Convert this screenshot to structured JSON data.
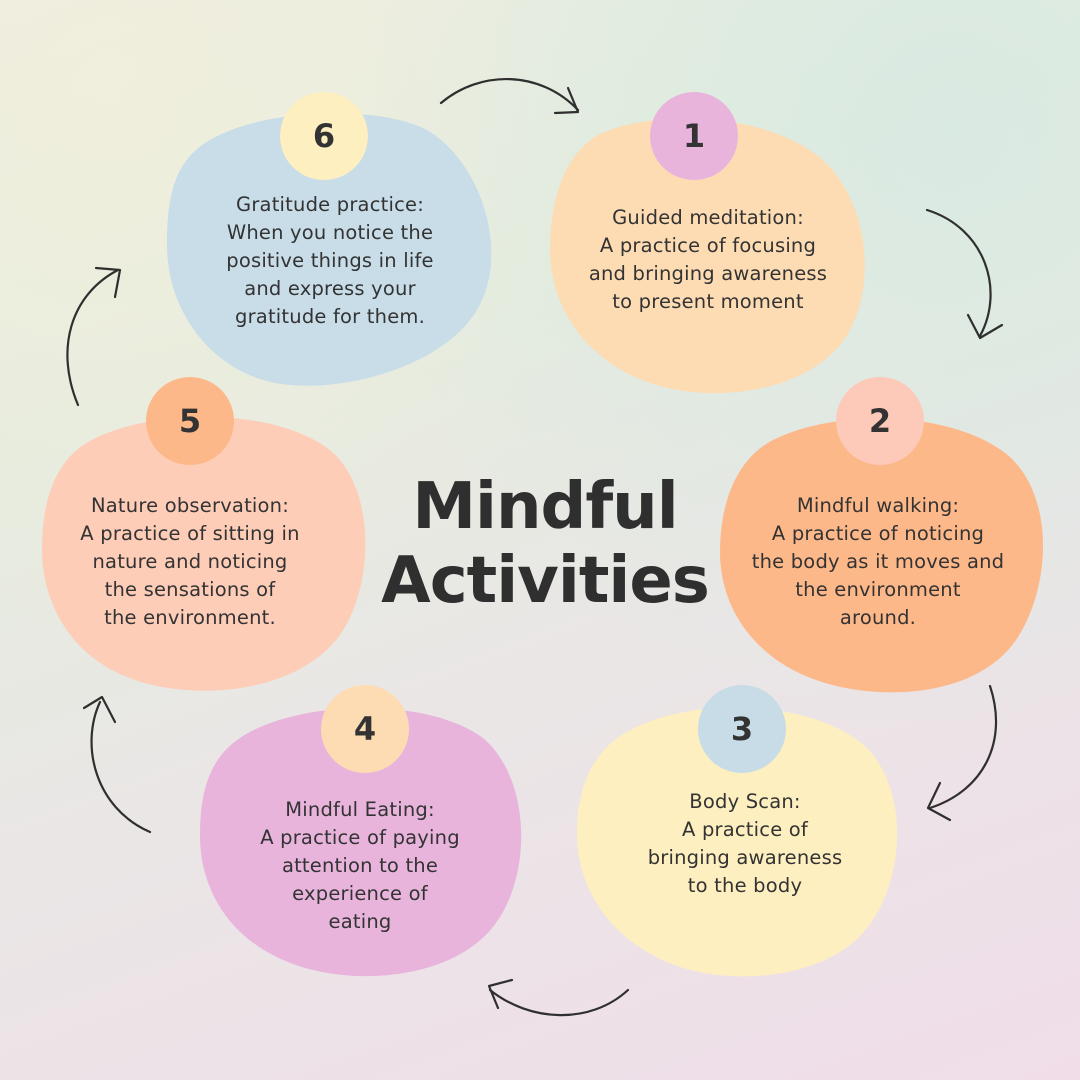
{
  "title": {
    "line1": "Mindful",
    "line2": "Activities"
  },
  "colors": {
    "text": "#333333",
    "arrow": "#2f2f2f"
  },
  "steps": [
    {
      "number": "1",
      "lines": [
        "Guided meditation:",
        "A practice of focusing",
        "and bringing awareness",
        "to present moment"
      ],
      "blob_color": "#fddcb4",
      "badge_color": "#e8b4dc"
    },
    {
      "number": "2",
      "lines": [
        "Mindful walking:",
        "A practice of noticing",
        "the body as it moves and",
        "the environment",
        "around."
      ],
      "blob_color": "#fdb88a",
      "badge_color": "#fdc9b8"
    },
    {
      "number": "3",
      "lines": [
        "Body Scan:",
        "A practice of",
        "bringing awareness",
        "to the body"
      ],
      "blob_color": "#fdefc0",
      "badge_color": "#c8dce8"
    },
    {
      "number": "4",
      "lines": [
        "Mindful Eating:",
        "A practice of paying",
        "attention to the",
        "experience of",
        "eating"
      ],
      "blob_color": "#e8b4dc",
      "badge_color": "#fddcb4"
    },
    {
      "number": "5",
      "lines": [
        "Nature observation:",
        "A practice of sitting in",
        "nature and noticing",
        "the sensations of",
        "the environment."
      ],
      "blob_color": "#fdcdb8",
      "badge_color": "#fdb88a"
    },
    {
      "number": "6",
      "lines": [
        "Gratitude practice:",
        "When you notice the",
        "positive things in life",
        "and express your",
        "gratitude for them."
      ],
      "blob_color": "#c8dde8",
      "badge_color": "#fdefc0"
    }
  ]
}
